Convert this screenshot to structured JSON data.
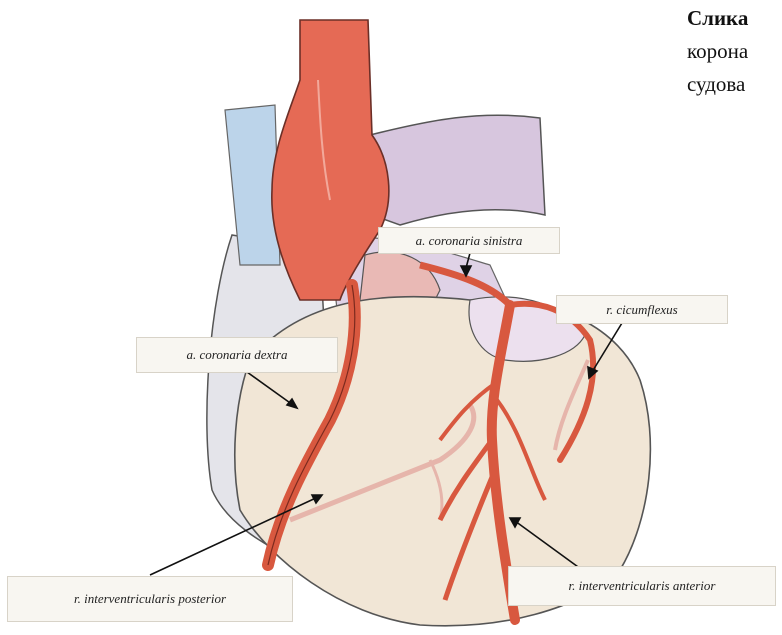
{
  "caption": {
    "line1": "Слика",
    "line2": "корона",
    "line3": "судова"
  },
  "labels": {
    "sinistra": "a. coronaria sinistra",
    "dextra": "a. coronaria dextra",
    "circumflexus": "r. cicumflexus",
    "posterior": "r. interventricularis posterior",
    "anterior": "r. interventricularis anterior"
  },
  "colors": {
    "aorta": "#e56a55",
    "artery": "#d8583f",
    "pulmonary": "#d7c6de",
    "ventricle": "#f1e6d6",
    "atrium": "#e4e4ea",
    "vena": "#bcd4ea"
  }
}
